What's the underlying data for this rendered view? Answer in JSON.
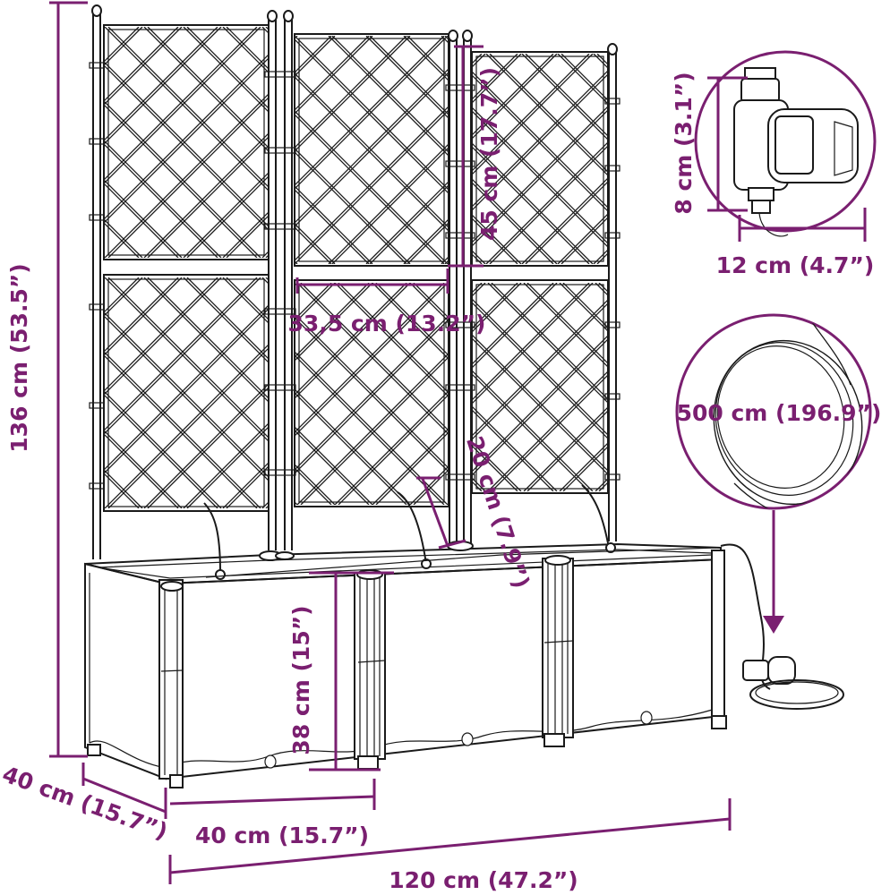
{
  "diagram": {
    "accent_color": "#7a1f70",
    "ink_color": "#1a1a1a",
    "dimensions": {
      "total_height": "136 cm (53.5”)",
      "panel_height": "45 cm (17.7”)",
      "panel_width": "33,5 cm (13.2”)",
      "stake_height": "20 cm (7.9”)",
      "box_height": "38 cm (15”)",
      "box_depth": "40 cm (15.7”)",
      "module_width": "40 cm (15.7”)",
      "total_width": "120 cm (47.2”)",
      "timer_height": "8 cm (3.1”)",
      "timer_width": "12 cm (4.7”)",
      "hose_length": "500 cm (196.9”)"
    }
  }
}
